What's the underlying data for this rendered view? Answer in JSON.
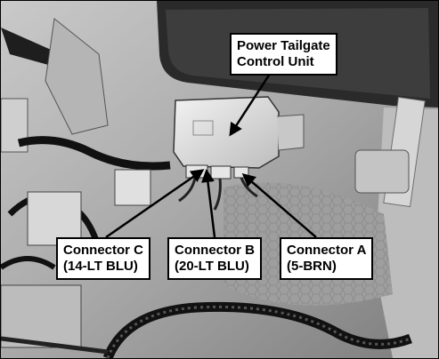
{
  "labels": {
    "control_unit": {
      "line1": "Power Tailgate",
      "line2": "Control Unit"
    },
    "connector_c": {
      "line1": "Connector C",
      "line2": "(14-LT BLU)"
    },
    "connector_b": {
      "line1": "Connector B",
      "line2": "(20-LT BLU)"
    },
    "connector_a": {
      "line1": "Connector A",
      "line2": "(5-BRN)"
    }
  },
  "colors": {
    "callout_background": "#ffffff",
    "callout_text": "#000000",
    "arrow": "#000000"
  }
}
